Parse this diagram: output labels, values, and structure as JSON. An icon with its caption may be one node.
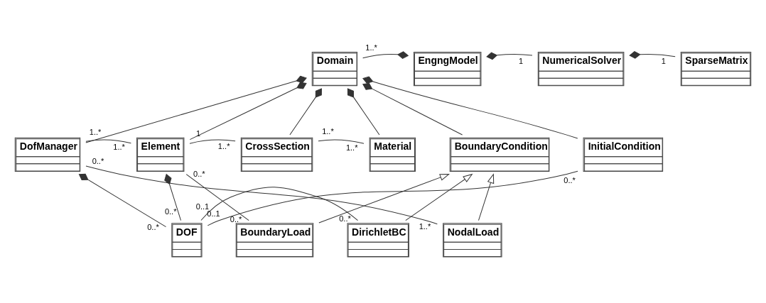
{
  "diagram": {
    "nodes": [
      {
        "text": [
          "Domain"
        ]
      },
      {
        "text": [
          "EngngModel"
        ]
      },
      {
        "text": [
          "NumericalSolver"
        ]
      },
      {
        "text": [
          "SparseMatrix"
        ]
      },
      {
        "text": [
          "DofManager"
        ]
      },
      {
        "text": [
          "Element"
        ]
      },
      {
        "text": [
          "CrossSection"
        ]
      },
      {
        "text": [
          "Material"
        ]
      },
      {
        "text": [
          "BoundaryCondition"
        ]
      },
      {
        "text": [
          "InitialCondition"
        ]
      },
      {
        "text": [
          "DOF"
        ]
      },
      {
        "text": [
          "BoundaryLoad"
        ]
      },
      {
        "text": [
          "DirichletBC"
        ]
      },
      {
        "text": [
          "NodalLoad"
        ]
      }
    ],
    "edges": [
      {
        "from": 1,
        "to": 0,
        "arrow": "other"
      },
      {
        "from": 1,
        "to": 2,
        "arrow": "other"
      },
      {
        "from": 2,
        "to": 3,
        "arrow": "other"
      },
      {
        "from": 0,
        "to": 4,
        "arrow": "other"
      },
      {
        "from": 0,
        "to": 5,
        "arrow": "other"
      },
      {
        "from": 0,
        "to": 6,
        "arrow": "other"
      },
      {
        "from": 0,
        "to": 7,
        "arrow": "other"
      },
      {
        "from": 0,
        "to": 8,
        "arrow": "other"
      },
      {
        "from": 0,
        "to": 9,
        "arrow": "other"
      },
      {
        "from": 4,
        "to": 5,
        "arrow": "none"
      },
      {
        "from": 5,
        "to": 6,
        "arrow": "none"
      },
      {
        "from": 6,
        "to": 7,
        "arrow": "none"
      },
      {
        "from": 4,
        "to": 10,
        "arrow": "other"
      },
      {
        "from": 5,
        "to": 10,
        "arrow": "other"
      },
      {
        "from": 5,
        "to": 11,
        "arrow": "none"
      },
      {
        "from": 11,
        "to": 8,
        "arrow": "to"
      },
      {
        "from": 12,
        "to": 8,
        "arrow": "to"
      },
      {
        "from": 13,
        "to": 8,
        "arrow": "to"
      },
      {
        "from": 10,
        "to": 12,
        "arrow": "none"
      },
      {
        "from": 10,
        "to": 9,
        "arrow": "none"
      },
      {
        "from": 4,
        "to": 13,
        "arrow": "none"
      }
    ],
    "labels": [
      "1..*",
      "1",
      "1",
      "0..*",
      "1..*",
      "1..*",
      "1",
      "1..*",
      "1..*",
      "1..*",
      "0..*",
      "0..*",
      "0..*",
      "0..*",
      "0..*",
      "0..1",
      "0..1",
      "0..*",
      "1..*"
    ]
  }
}
